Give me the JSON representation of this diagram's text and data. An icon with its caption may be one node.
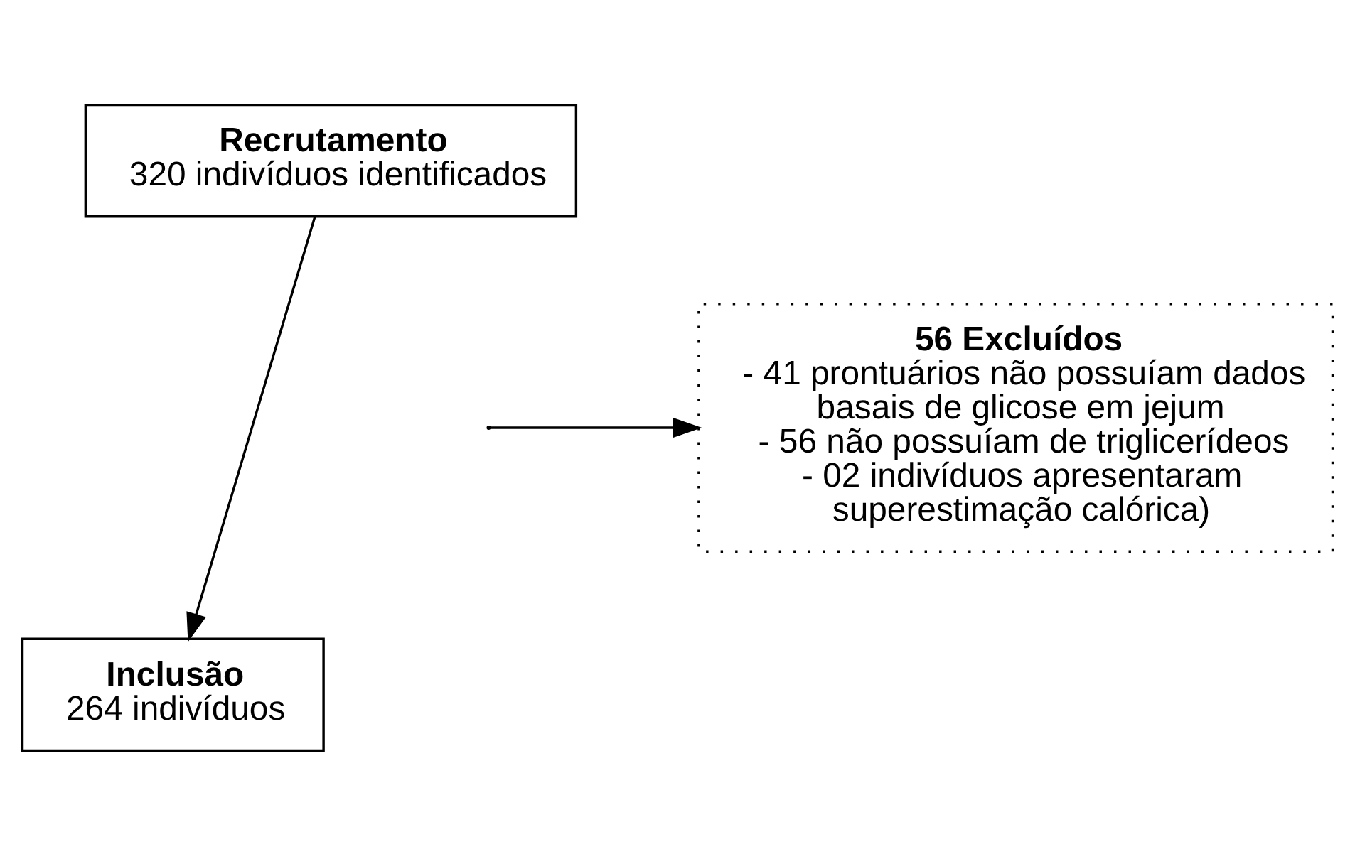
{
  "diagram": {
    "nodes": [
      {
        "text": [
          "Recrutamento",
          "320 indivíduos identificados"
        ]
      },
      {
        "text": [
          "56 Excluídos",
          "- 41 prontuários não possuíam dados basais de glicose em jejum",
          "- 56 não possuíam de triglicerídeos",
          "- 02 indivíduos apresentaram superestimação calórica)"
        ]
      },
      {
        "text": [
          "Inclusão",
          "264 indivíduos"
        ]
      }
    ],
    "edges": [
      {
        "from": 0,
        "to": 2,
        "arrow": "to"
      },
      {
        "from": null,
        "to": 1,
        "arrow": "to"
      }
    ]
  }
}
